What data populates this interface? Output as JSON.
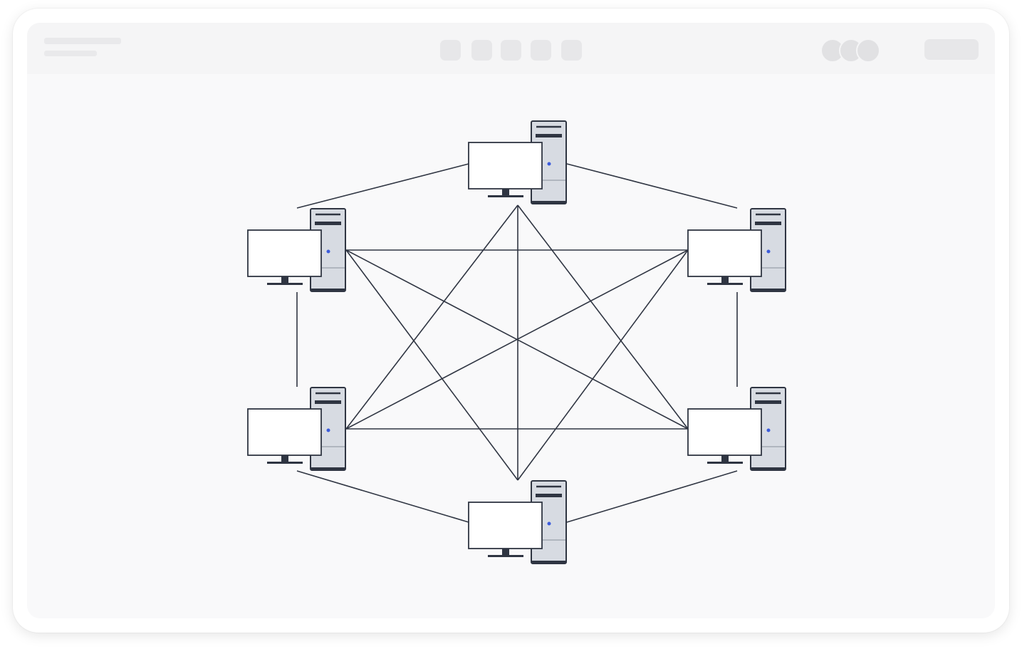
{
  "nodes": [
    "pc-top",
    "pc-upper-right",
    "pc-lower-right",
    "pc-bottom",
    "pc-lower-left",
    "pc-upper-left"
  ],
  "edges": [
    [
      "pc-top",
      "pc-upper-right"
    ],
    [
      "pc-upper-right",
      "pc-lower-right"
    ],
    [
      "pc-lower-right",
      "pc-bottom"
    ],
    [
      "pc-bottom",
      "pc-lower-left"
    ],
    [
      "pc-lower-left",
      "pc-upper-left"
    ],
    [
      "pc-upper-left",
      "pc-top"
    ],
    [
      "pc-top",
      "pc-lower-right"
    ],
    [
      "pc-top",
      "pc-bottom"
    ],
    [
      "pc-top",
      "pc-lower-left"
    ],
    [
      "pc-upper-right",
      "pc-bottom"
    ],
    [
      "pc-upper-right",
      "pc-lower-left"
    ],
    [
      "pc-upper-right",
      "pc-upper-left"
    ],
    [
      "pc-lower-right",
      "pc-lower-left"
    ],
    [
      "pc-lower-right",
      "pc-upper-left"
    ],
    [
      "pc-bottom",
      "pc-upper-left"
    ]
  ],
  "colors": {
    "line": "#2f3542",
    "tower_fill": "#d7dbe2",
    "screen_fill": "#ffffff",
    "power_led": "#3b5bdb"
  }
}
